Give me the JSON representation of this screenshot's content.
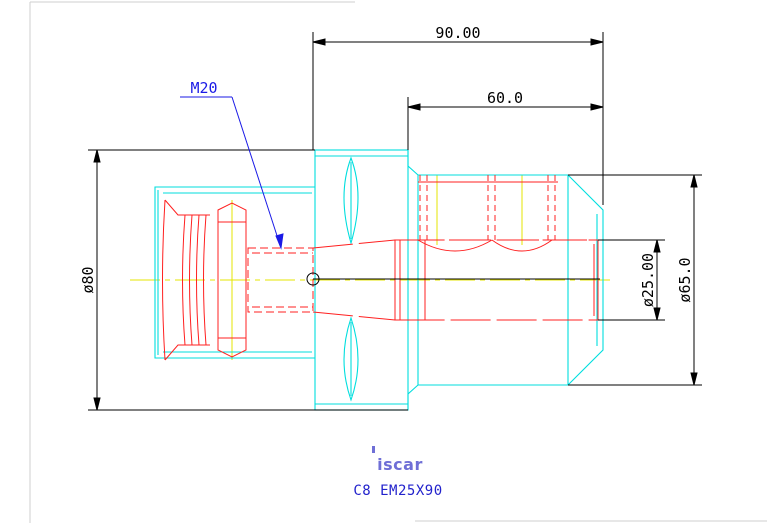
{
  "drawing": {
    "dimensions": {
      "overall_length": "90.00",
      "shank_length": "60.0",
      "flange_diameter": "ø80",
      "bore_diameter": "ø25.00",
      "shank_diameter": "ø65.0"
    },
    "thread_callout": "M20",
    "logo": "iscar",
    "part_number": "C8 EM25X90"
  },
  "colors": {
    "outline": "#00e0e0",
    "hidden": "#ff2020",
    "centerline": "#e8e800",
    "dimension": "#000000",
    "leader": "#1a1ae6",
    "frame": "#c8c8c8"
  }
}
